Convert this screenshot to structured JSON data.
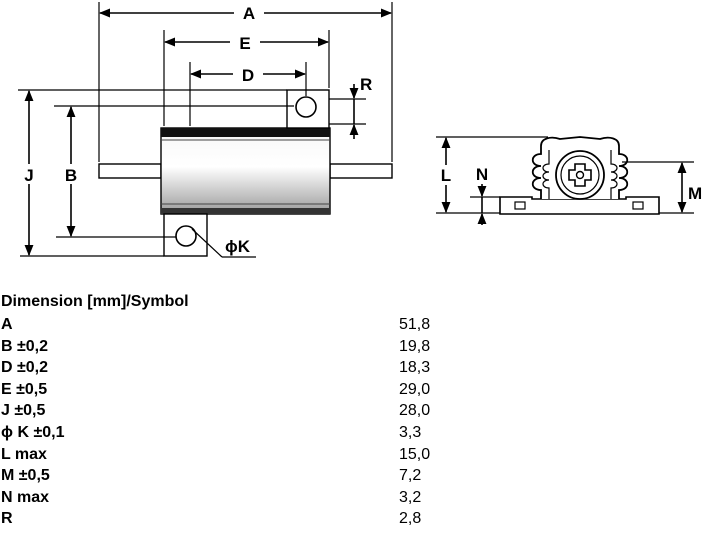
{
  "drawing": {
    "labels": {
      "A": "A",
      "E": "E",
      "D": "D",
      "R": "R",
      "J": "J",
      "B": "B",
      "K": "ϕK",
      "L": "L",
      "N": "N",
      "M": "M"
    }
  },
  "table": {
    "header": "Dimension [mm]/Symbol",
    "rows": [
      {
        "symbol": "A",
        "value": "51,8"
      },
      {
        "symbol": "B ±0,2",
        "value": "19,8"
      },
      {
        "symbol": "D ±0,2",
        "value": "18,3"
      },
      {
        "symbol": "E ±0,5",
        "value": "29,0"
      },
      {
        "symbol": "J ±0,5",
        "value": "28,0"
      },
      {
        "symbol": "ϕ K ±0,1",
        "value": "3,3"
      },
      {
        "symbol": "L max",
        "value": "15,0"
      },
      {
        "symbol": "M ±0,5",
        "value": "7,2"
      },
      {
        "symbol": "N max",
        "value": "3,2"
      },
      {
        "symbol": "R",
        "value": "2,8"
      }
    ]
  }
}
